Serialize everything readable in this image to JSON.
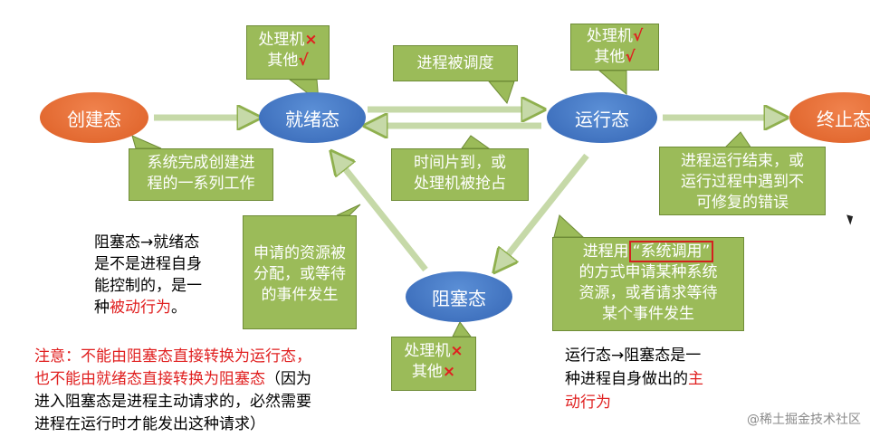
{
  "states": {
    "create": "创建态",
    "ready": "就绪态",
    "running": "运行态",
    "terminate": "终止态",
    "blocked": "阻塞态"
  },
  "callouts": {
    "ready_resources": {
      "line1": "处理机",
      "mark1": "×",
      "line2": "其他",
      "mark2": "√"
    },
    "running_resources": {
      "line1": "处理机",
      "mark1": "√",
      "line2": "其他",
      "mark2": "√"
    },
    "blocked_resources": {
      "line1": "处理机",
      "mark1": "×",
      "line2": "其他",
      "mark2": "×"
    },
    "scheduled": "进程被调度",
    "create_done": {
      "line1": "系统完成创建进",
      "line2": "程的一系列工作"
    },
    "timeslice": {
      "line1": "时间片到，或",
      "line2": "处理机被抢占"
    },
    "finished": {
      "line1": "进程运行结束，或",
      "line2": "运行过程中遇到不",
      "line3": "可修复的错误"
    },
    "granted": {
      "line1": "申请的资源被",
      "line2": "分配，或等待",
      "line3": "的事件发生"
    },
    "syscall": {
      "line1_pre": "进程用",
      "line1_hl": "“系统调用”",
      "line2": "的方式申请某种系统",
      "line3": "资源，或者请求等待",
      "line4": "某个事件发生"
    }
  },
  "notes": {
    "blocked_to_ready": {
      "line1": "阻塞态→就绪态",
      "line2": "是不是进程自身",
      "line3": "能控制的，是一",
      "line4_pre": "种",
      "line4_red": "被动行为",
      "line4_post": "。"
    },
    "attention": {
      "line1": "注意：不能由阻塞态直接转换为运行态，",
      "line2_red": "也不能由就绪态直接转换为阻塞态",
      "line2_black": "（因为",
      "line3": "进入阻塞态是进程主动请求的，必然需要",
      "line4": "进程在运行时才能发出这种请求）"
    },
    "running_to_blocked": {
      "line1": "运行态→阻塞态是一",
      "line2_pre": "种进程自身做出的",
      "line2_red": "主",
      "line3_red": "动行为"
    }
  },
  "watermark": "@稀土掘金技术社区",
  "colors": {
    "callout_green": "#9bbb59",
    "state_blue": "#3f72c0",
    "state_orange": "#e46a30",
    "arrow_green": "#8fb04e",
    "highlight_red": "#e02020"
  }
}
